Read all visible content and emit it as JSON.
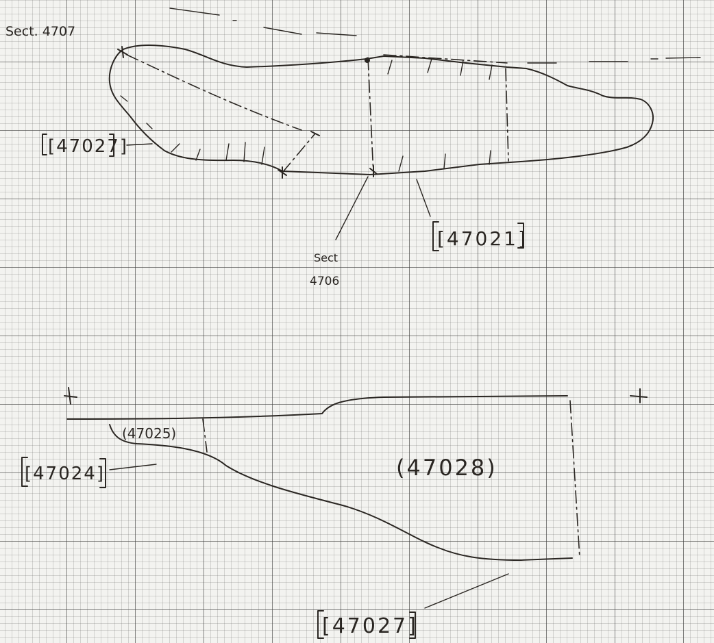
{
  "labels": {
    "section_4707": "Sect. 4707",
    "context_47027_upper": "[47027]",
    "context_47021": "[47021]",
    "section_4706_line1": "Sect",
    "section_4706_line2": "4706",
    "context_47025": "(47025)",
    "context_47024": "[47024]",
    "context_47028": "(47028)",
    "context_47027_lower": "[47027]"
  },
  "colors": {
    "ink": "#2a2622",
    "paper": "#f3f3f0",
    "grid": "#3c3c3c"
  }
}
